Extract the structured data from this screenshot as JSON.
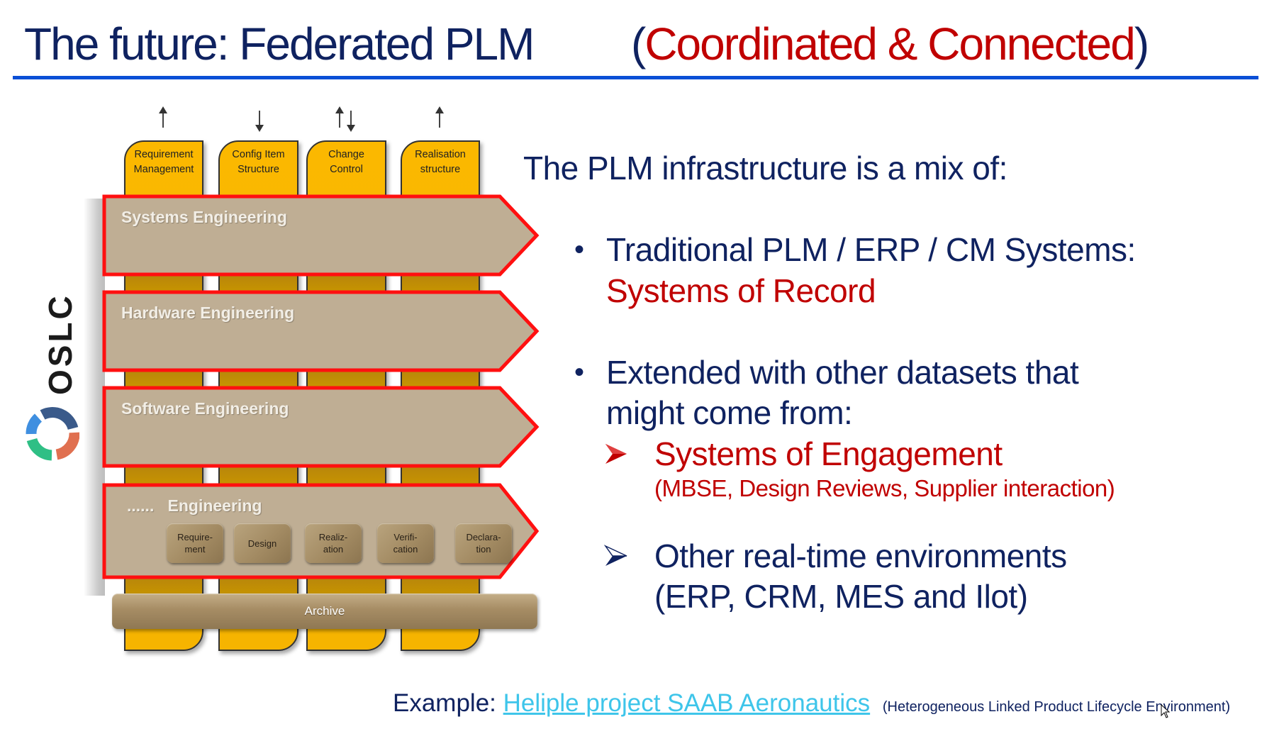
{
  "slide": {
    "title": "The future: Federated PLM",
    "subtitle_open": "(",
    "subtitle_highlight": "Coordinated & Connected",
    "subtitle_close": ")"
  },
  "diagram": {
    "columns": [
      {
        "label_line1": "Requirement",
        "label_line2": "Management",
        "arrow": "up"
      },
      {
        "label_line1": "Config Item",
        "label_line2": "Structure",
        "arrow": "down"
      },
      {
        "label_line1": "Change",
        "label_line2": "Control",
        "arrow": "up-down"
      },
      {
        "label_line1": "Realisation",
        "label_line2": "structure",
        "arrow": "up"
      }
    ],
    "bands": [
      {
        "label": "Systems Engineering"
      },
      {
        "label": "Hardware Engineering"
      },
      {
        "label": "Software Engineering"
      },
      {
        "label": "......   Engineering"
      }
    ],
    "steps": [
      "Require-\nment",
      "Design",
      "Realiz-\nation",
      "Verifi-\ncation",
      "Declara-\ntion"
    ],
    "archive_label": "Archive",
    "oslc_label": "OSLC",
    "oslc_logo_colors": [
      "#3a5a8a",
      "#e07050",
      "#2fbf85",
      "#3f8fe0"
    ]
  },
  "content": {
    "intro": "The PLM infrastructure is a mix of:",
    "bullet1_line1": "Traditional PLM / ERP / CM Systems:",
    "bullet1_line2": "Systems of Record",
    "bullet2_line1": "Extended with other datasets that",
    "bullet2_line2": "might come from:",
    "sub1_title": "Systems of Engagement",
    "sub1_note": "(MBSE, Design Reviews, Supplier interaction)",
    "sub2_line1": "Other real-time environments",
    "sub2_line2": "(ERP, CRM, MES and Ilot)"
  },
  "footer": {
    "example_label": "Example:",
    "link_text": "Heliple project SAAB Aeronautics",
    "note": "(Heterogeneous Linked Product Lifecycle Environment)"
  },
  "colors": {
    "navy": "#0f2260",
    "red": "#c00000",
    "rule_blue": "#0a4fd6",
    "link_cyan": "#3ec5ea",
    "tab_yellow": "#fbb800",
    "band_tan": "#bfae94",
    "band_border_red": "#ff1010"
  }
}
